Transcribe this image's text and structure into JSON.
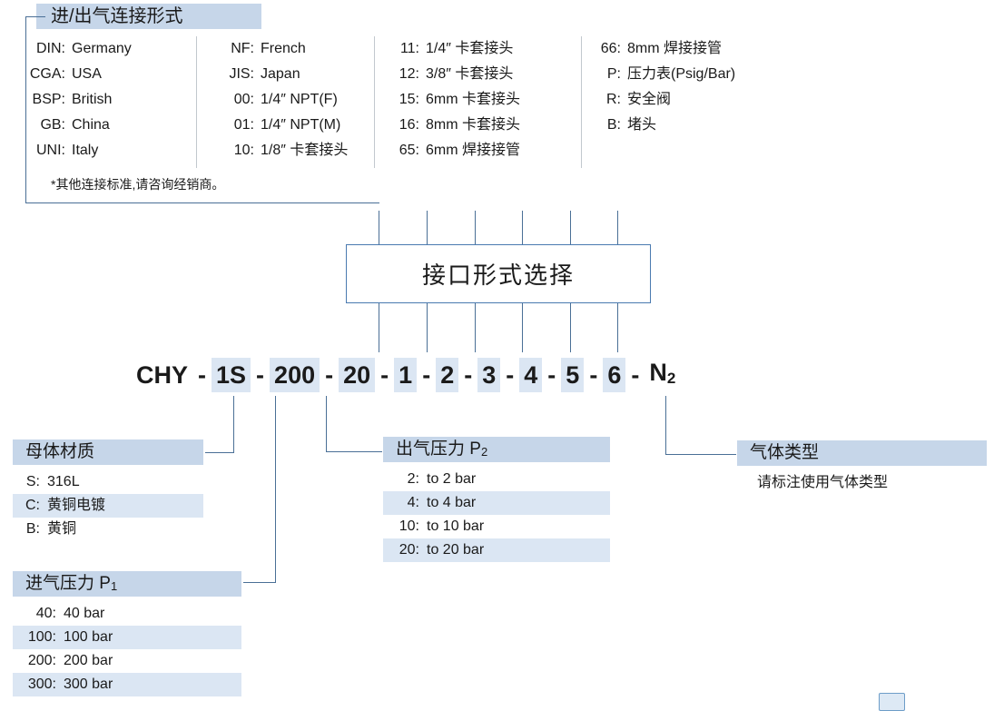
{
  "connection_panel": {
    "title": "进/出气连接形式",
    "columns": [
      {
        "rows": [
          {
            "code": "DIN:",
            "value": "Germany"
          },
          {
            "code": "CGA:",
            "value": "USA"
          },
          {
            "code": "BSP:",
            "value": "British"
          },
          {
            "code": "GB:",
            "value": "China"
          },
          {
            "code": "UNI:",
            "value": "Italy"
          }
        ]
      },
      {
        "rows": [
          {
            "code": "NF:",
            "value": "French"
          },
          {
            "code": "JIS:",
            "value": "Japan"
          },
          {
            "code": "00:",
            "value": "1/4″ NPT(F)"
          },
          {
            "code": "01:",
            "value": "1/4″ NPT(M)"
          },
          {
            "code": "10:",
            "value": "1/8″ 卡套接头"
          }
        ]
      },
      {
        "rows": [
          {
            "code": "11:",
            "value": "1/4″ 卡套接头"
          },
          {
            "code": "12:",
            "value": "3/8″ 卡套接头"
          },
          {
            "code": "15:",
            "value": "6mm 卡套接头"
          },
          {
            "code": "16:",
            "value": "8mm 卡套接头"
          },
          {
            "code": "65:",
            "value": "6mm 焊接接管"
          }
        ]
      },
      {
        "rows": [
          {
            "code": "66:",
            "value": "8mm 焊接接管"
          },
          {
            "code": "P:",
            "value": "压力表(Psig/Bar)"
          },
          {
            "code": "R:",
            "value": "安全阀"
          },
          {
            "code": "B:",
            "value": "堵头"
          }
        ]
      }
    ],
    "footnote": "*其他连接标准,请咨询经销商。"
  },
  "centre_box": {
    "label": "接口形式选择"
  },
  "model_code": {
    "segments": [
      {
        "text": "CHY",
        "highlight": false
      },
      {
        "text": "-",
        "dash": true
      },
      {
        "text": "1S",
        "highlight": true
      },
      {
        "text": "-",
        "dash": true
      },
      {
        "text": "200",
        "highlight": true
      },
      {
        "text": "-",
        "dash": true
      },
      {
        "text": "20",
        "highlight": true
      },
      {
        "text": "-",
        "dash": true
      },
      {
        "text": "1",
        "highlight": true
      },
      {
        "text": "-",
        "dash": true
      },
      {
        "text": "2",
        "highlight": true
      },
      {
        "text": "-",
        "dash": true
      },
      {
        "text": "3",
        "highlight": true
      },
      {
        "text": "-",
        "dash": true
      },
      {
        "text": "4",
        "highlight": true
      },
      {
        "text": "-",
        "dash": true
      },
      {
        "text": "5",
        "highlight": true
      },
      {
        "text": "-",
        "dash": true
      },
      {
        "text": "6",
        "highlight": true
      },
      {
        "text": "-",
        "dash": true
      },
      {
        "text": "N",
        "highlight": false,
        "subscript": "2"
      }
    ]
  },
  "material": {
    "title": "母体材质",
    "rows": [
      {
        "code": "S:",
        "value": "316L",
        "highlight": false
      },
      {
        "code": "C:",
        "value": "黄铜电镀",
        "highlight": true
      },
      {
        "code": "B:",
        "value": "黄铜",
        "highlight": false
      }
    ]
  },
  "inlet_pressure": {
    "title": "进气压力 P",
    "title_sub": "1",
    "rows": [
      {
        "code": "40:",
        "value": "40 bar",
        "highlight": false
      },
      {
        "code": "100:",
        "value": "100 bar",
        "highlight": true
      },
      {
        "code": "200:",
        "value": "200 bar",
        "highlight": false
      },
      {
        "code": "300:",
        "value": "300 bar",
        "highlight": true
      }
    ]
  },
  "outlet_pressure": {
    "title": "出气压力 P",
    "title_sub": "2",
    "rows": [
      {
        "code": "2:",
        "value": "to 2 bar",
        "highlight": false
      },
      {
        "code": "4:",
        "value": "to 4 bar",
        "highlight": true
      },
      {
        "code": "10:",
        "value": "to 10 bar",
        "highlight": false
      },
      {
        "code": "20:",
        "value": "to 20 bar",
        "highlight": true
      }
    ]
  },
  "gas_type": {
    "title": "气体类型",
    "note": "请标注使用气体类型"
  },
  "colors": {
    "header_highlight": "#c6d6e9",
    "row_highlight": "#dbe6f3",
    "line": "#4a6f96",
    "box_border": "#4a7ab0",
    "divider": "#c2c8ce"
  }
}
